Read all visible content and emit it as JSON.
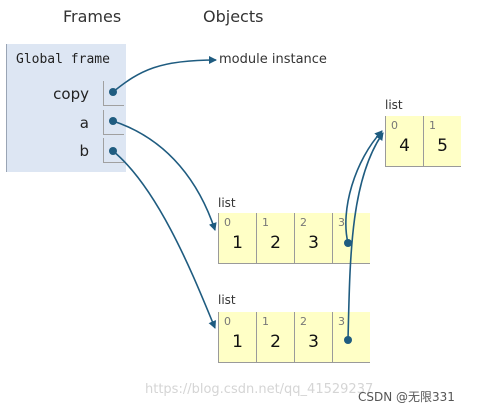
{
  "headers": {
    "frames": "Frames",
    "objects": "Objects"
  },
  "frame": {
    "title": "Global frame",
    "vars": [
      {
        "name": "copy"
      },
      {
        "name": "a"
      },
      {
        "name": "b"
      }
    ]
  },
  "module_label": "module instance",
  "lists": [
    {
      "label": "list",
      "cells": [
        {
          "i": "0",
          "v": "4"
        },
        {
          "i": "1",
          "v": "5"
        }
      ]
    },
    {
      "label": "list",
      "cells": [
        {
          "i": "0",
          "v": "1"
        },
        {
          "i": "1",
          "v": "2"
        },
        {
          "i": "2",
          "v": "3"
        },
        {
          "i": "3",
          "v": ""
        }
      ]
    },
    {
      "label": "list",
      "cells": [
        {
          "i": "0",
          "v": "1"
        },
        {
          "i": "1",
          "v": "2"
        },
        {
          "i": "2",
          "v": "3"
        },
        {
          "i": "3",
          "v": ""
        }
      ]
    }
  ],
  "watermark": "https://blog.csdn.net/qq_41529237",
  "credit": "CSDN @无限331",
  "colors": {
    "frame_bg": "#dde6f3",
    "list_bg": "#ffffc6",
    "arrow": "#1f5c80"
  }
}
